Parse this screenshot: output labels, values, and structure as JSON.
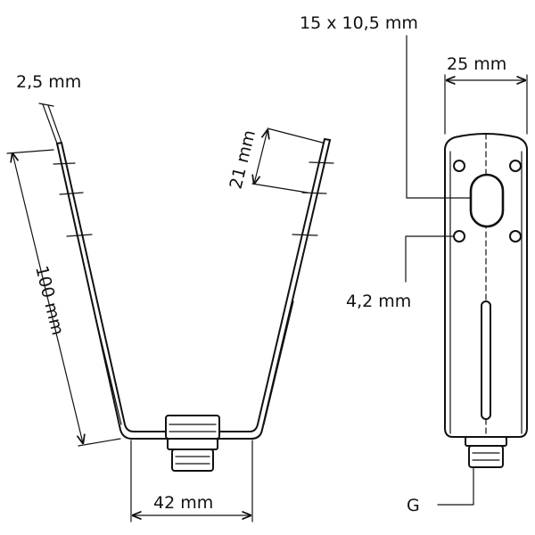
{
  "dimensions": {
    "thickness": "2,5 mm",
    "leg_length": "100 mm",
    "slot_spacing": "21 mm",
    "base_width": "42 mm",
    "slot_size": "15 x 10,5 mm",
    "plate_width": "25 mm",
    "hole_diameter": "4,2 mm",
    "thread": "G"
  }
}
